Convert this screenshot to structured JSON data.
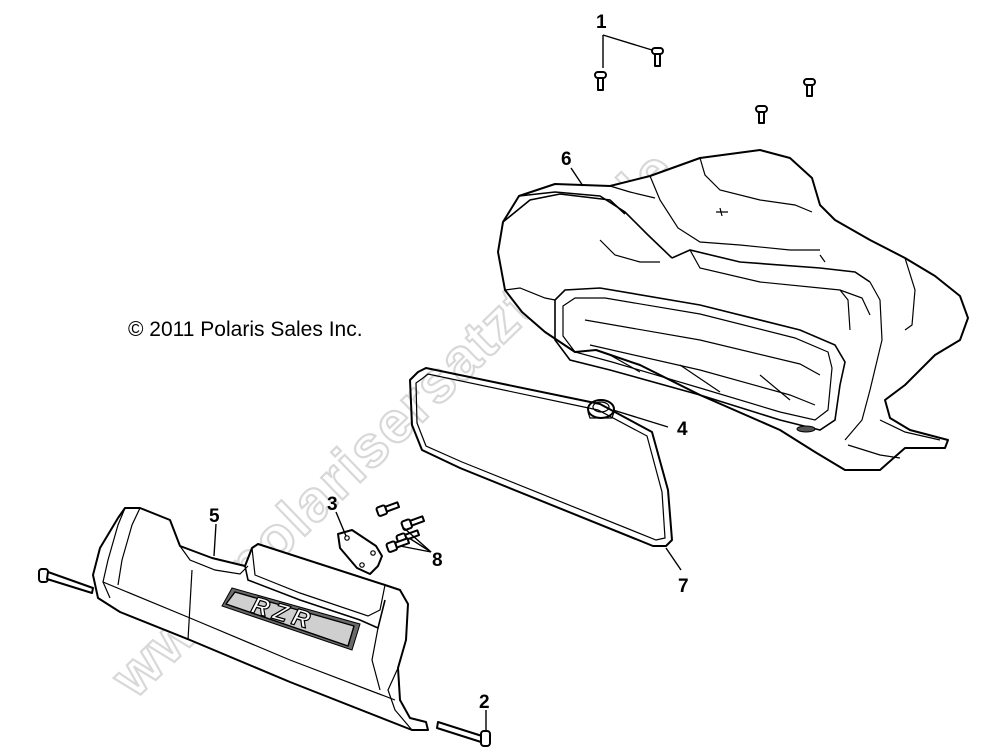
{
  "copyright": "© 2011 Polaris Sales Inc.",
  "watermark": "www.polarisersatzteile.de",
  "callouts": [
    "1",
    "2",
    "3",
    "4",
    "5",
    "6",
    "7",
    "8"
  ],
  "emblem_text": "RZR",
  "colors": {
    "line": "#000000",
    "background": "#ffffff",
    "watermark": "#d8d8d8"
  }
}
